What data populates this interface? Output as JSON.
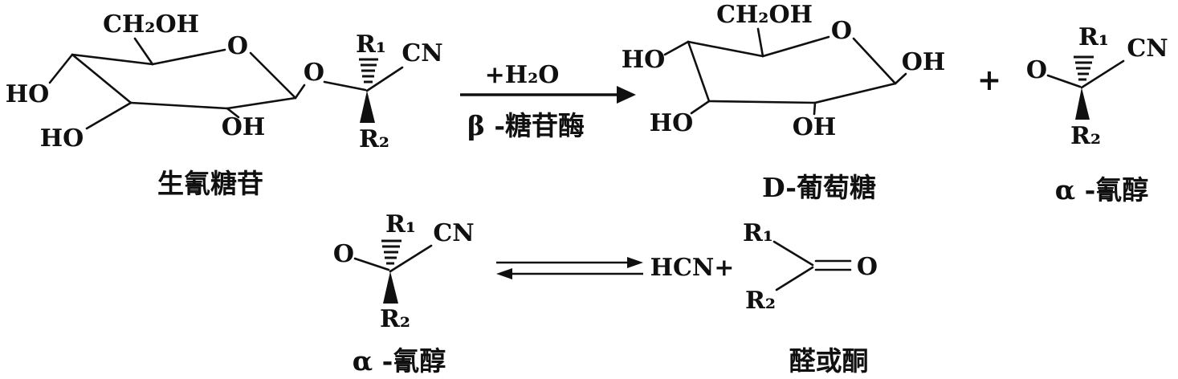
{
  "diagram": {
    "reaction1": {
      "glycoside": {
        "ch2oh": "CH₂OH",
        "ring_o": "O",
        "ho_upper": "HO",
        "ho_lower": "HO",
        "oh_c2": "OH",
        "glycosidic_o": "O",
        "r1": "R₁",
        "cn": "CN",
        "r2": "R₂",
        "label": "生氰糖苷"
      },
      "arrow": {
        "above": "+H₂O",
        "below": "β -糖苷酶"
      },
      "glucose": {
        "ch2oh": "CH₂OH",
        "ring_o": "O",
        "ho_upper": "HO",
        "oh_right": "OH",
        "ho_lower": "HO",
        "oh_bottom": "OH",
        "label": "D-葡萄糖"
      },
      "plus": "+",
      "cyanohydrin": {
        "o": "O",
        "r1": "R₁",
        "cn": "CN",
        "r2": "R₂",
        "label": "α -氰醇"
      }
    },
    "reaction2": {
      "cyanohydrin": {
        "o": "O",
        "r1": "R₁",
        "cn": "CN",
        "r2": "R₂",
        "label": "α -氰醇"
      },
      "hcn": "HCN+",
      "carbonyl": {
        "r1": "R₁",
        "r2": "R₂",
        "o": "O",
        "label": "醛或酮"
      }
    }
  }
}
